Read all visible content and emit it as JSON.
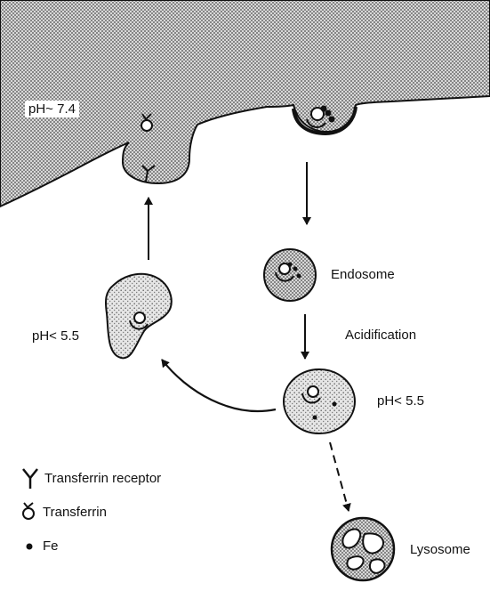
{
  "labels": {
    "ph_outside": "pH~ 7.4",
    "ph_left": "pH< 5.5",
    "ph_right": "pH< 5.5",
    "endosome": "Endosome",
    "acidification": "Acidification",
    "lysosome": "Lysosome"
  },
  "legend": {
    "receptor": "Transferrin receptor",
    "transferrin": "Transferrin",
    "fe": "Fe"
  },
  "colors": {
    "ink": "#111111",
    "membrane_fill": "#b9b9b9",
    "vesicle_fill": "#c9c9c9"
  }
}
